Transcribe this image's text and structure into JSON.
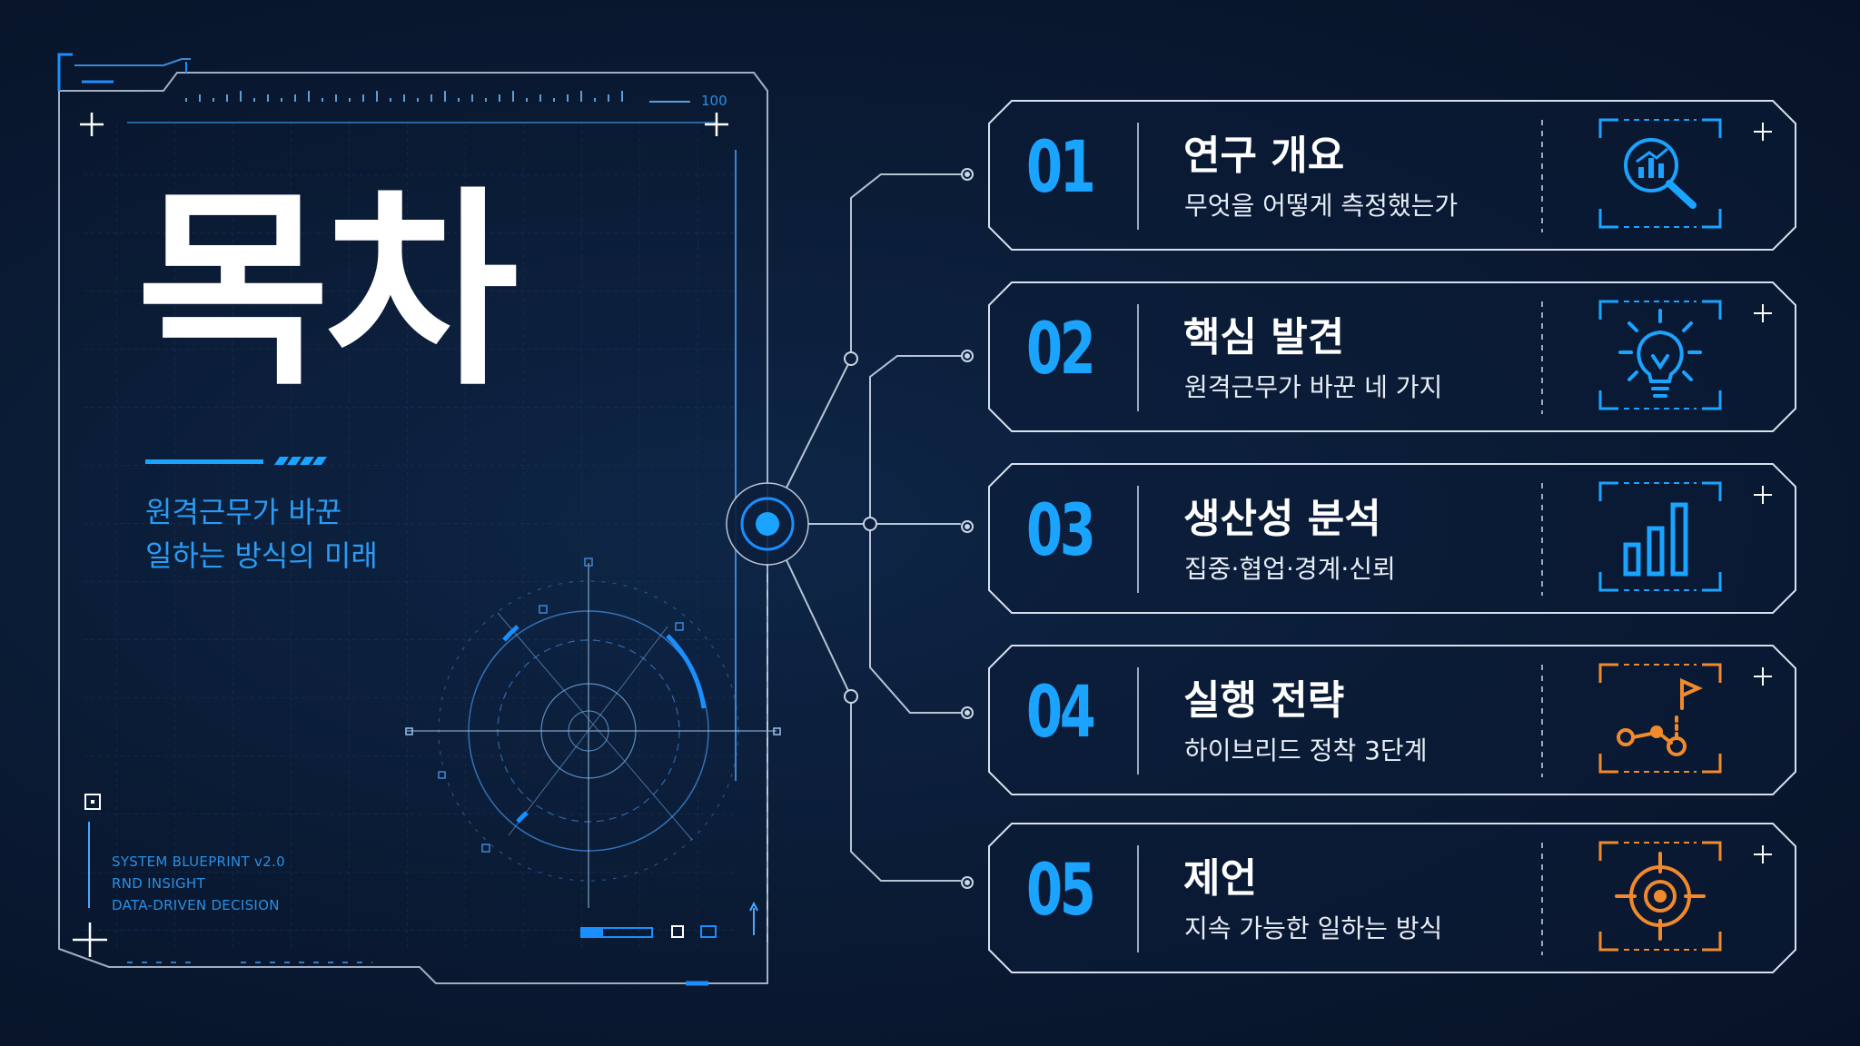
{
  "title": "목차",
  "subtitle_lines": [
    "원격근무가 바꾼",
    "일하는 방식의 미래"
  ],
  "ruler_label": "100",
  "blueprint_lines": [
    "SYSTEM BLUEPRINT v2.0",
    "RND INSIGHT",
    "DATA-DRIVEN DECISION"
  ],
  "colors": {
    "accent_blue": "#1aa4ff",
    "accent_orange": "#f08a2c",
    "frame": "#c9d6e6",
    "background": "#0a1a33"
  },
  "sections": [
    {
      "number": "01",
      "title": "연구 개요",
      "description": "무엇을 어떻게 측정했는가",
      "icon": "magnifier-chart-icon",
      "icon_color": "#1aa4ff"
    },
    {
      "number": "02",
      "title": "핵심 발견",
      "description": "원격근무가 바꾼 네 가지",
      "icon": "lightbulb-icon",
      "icon_color": "#1aa4ff"
    },
    {
      "number": "03",
      "title": "생산성 분석",
      "description": "집중·협업·경계·신뢰",
      "icon": "bar-chart-icon",
      "icon_color": "#1aa4ff"
    },
    {
      "number": "04",
      "title": "실행 전략",
      "description": "하이브리드 정착 3단계",
      "icon": "route-flag-icon",
      "icon_color": "#f08a2c"
    },
    {
      "number": "05",
      "title": "제언",
      "description": "지속 가능한 일하는 방식",
      "icon": "target-icon",
      "icon_color": "#f08a2c"
    }
  ]
}
